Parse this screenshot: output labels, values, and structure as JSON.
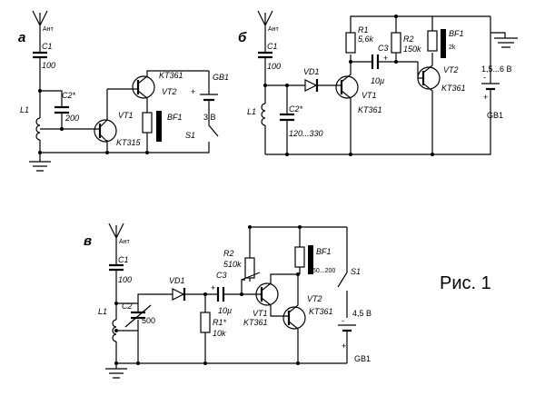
{
  "figure_caption": "Рис. 1",
  "panels": {
    "a": {
      "letter": "а",
      "antenna": "Ант",
      "c1": {
        "name": "C1",
        "value": "100"
      },
      "c2": {
        "name": "C2*",
        "value": "200"
      },
      "l1": "L1",
      "vt1": {
        "name": "VT1",
        "type": "KT315"
      },
      "vt2": {
        "name": "VT2",
        "type": "KT361"
      },
      "bf1": "BF1",
      "gb1": "GB1",
      "voltage": "3 В",
      "s1": "S1"
    },
    "b": {
      "letter": "б",
      "antenna": "Ант",
      "c1": {
        "name": "C1",
        "value": "100"
      },
      "vd1": "VD1",
      "c2": {
        "name": "C2*",
        "value": "120...330"
      },
      "l1": "L1",
      "r1": {
        "name": "R1",
        "value": "5,6k"
      },
      "c3": {
        "name": "C3",
        "value": "10µ"
      },
      "r2": {
        "name": "R2",
        "value": "150k"
      },
      "vt1": {
        "name": "VT1",
        "type": "KT361"
      },
      "vt2": {
        "name": "VT2",
        "type": "KT361"
      },
      "bf1": {
        "name": "BF1",
        "value": "2k"
      },
      "gb1": "GB1",
      "voltage": "1,5...6 В"
    },
    "c": {
      "letter": "в",
      "antenna": "Ант",
      "c1": {
        "name": "C1",
        "value": "100"
      },
      "c2": {
        "name": "C2",
        "value": "500"
      },
      "l1": "L1",
      "vd1": "VD1",
      "c3": {
        "name": "C3",
        "value": "10µ"
      },
      "r1": {
        "name": "R1*",
        "value": "10k"
      },
      "r2": {
        "name": "R2",
        "value": "510k"
      },
      "vt1": {
        "name": "VT1",
        "type": "KT361"
      },
      "vt2": {
        "name": "VT2",
        "type": "KT361"
      },
      "bf1": {
        "name": "BF1",
        "value": "50...200"
      },
      "s1": "S1",
      "voltage": "4,5 В",
      "gb1": "GB1"
    }
  },
  "polarity": {
    "plus": "+",
    "minus": "-"
  }
}
